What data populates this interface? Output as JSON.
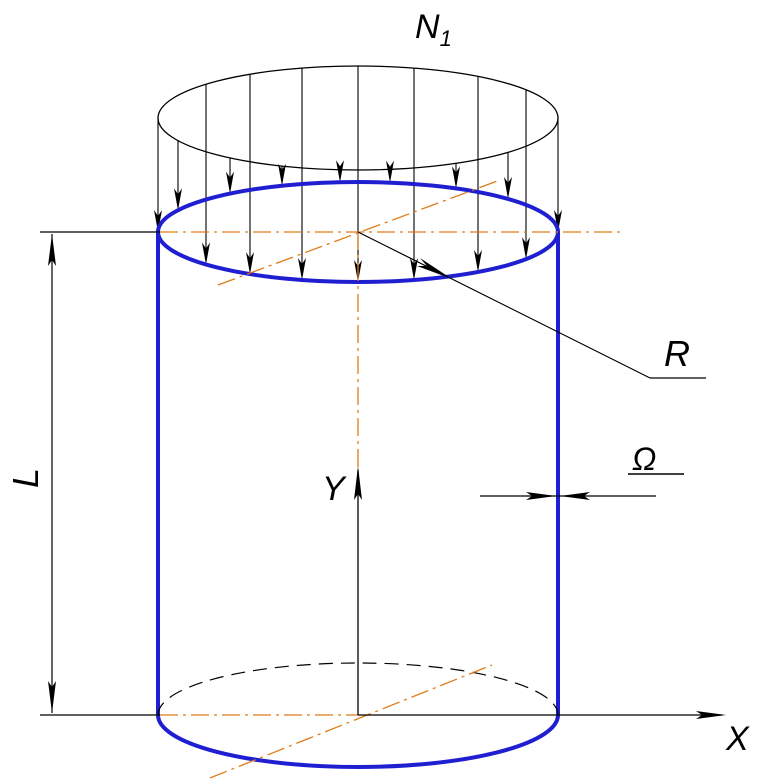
{
  "labels": {
    "load": "N",
    "load_sub": "1",
    "radius": "R",
    "length": "L",
    "y_axis": "Y",
    "x_axis": "X",
    "thickness": "Ω"
  },
  "colors": {
    "shell": "#1f1fd1",
    "center_line": "#e07b1a",
    "line": "#000000"
  }
}
